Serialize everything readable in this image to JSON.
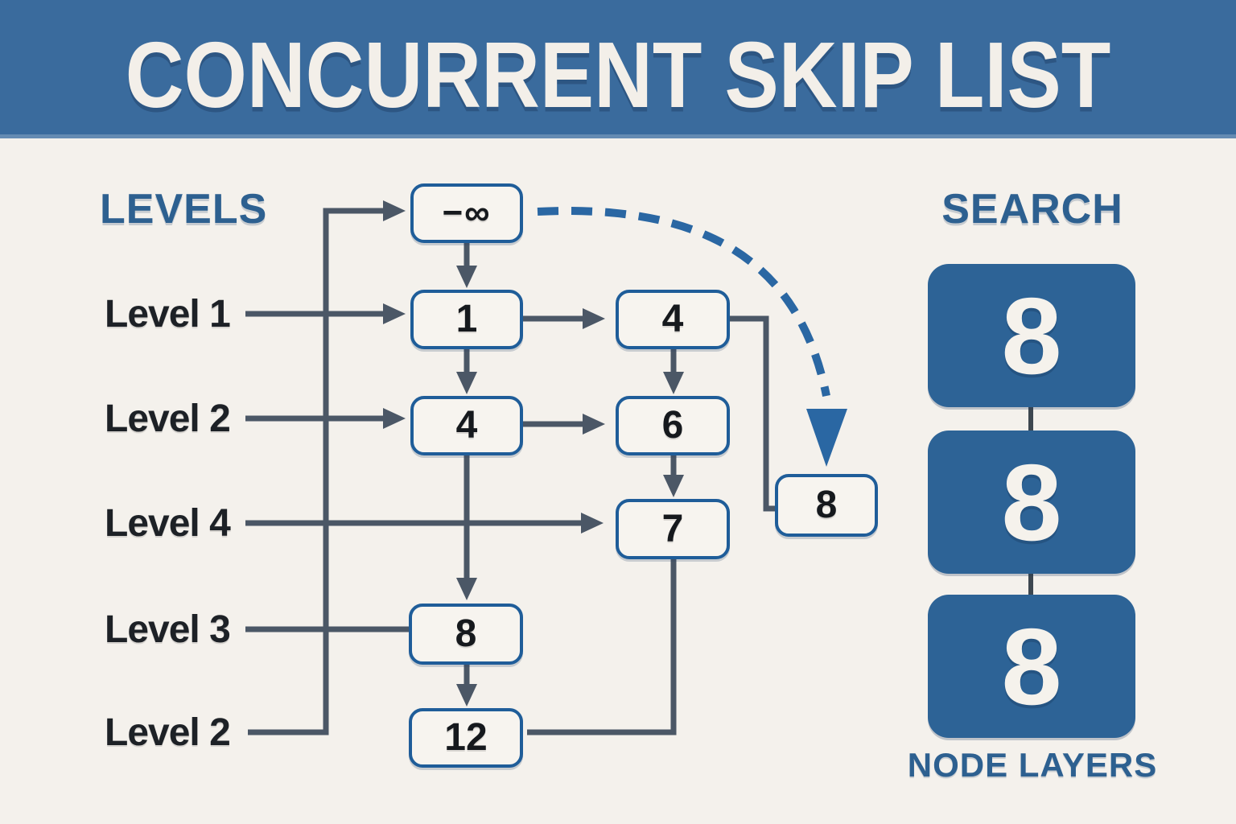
{
  "header": {
    "title": "CONCURRENT SKIP LIST"
  },
  "levels_panel": {
    "heading": "LEVELS",
    "labels": [
      "Level 1",
      "Level 2",
      "Level 4",
      "Level 3",
      "Level 2"
    ]
  },
  "skiplist": {
    "nodes": [
      {
        "id": "head",
        "label": "−∞"
      },
      {
        "id": "n1",
        "label": "1"
      },
      {
        "id": "n4_left",
        "label": "4"
      },
      {
        "id": "n8_left",
        "label": "8"
      },
      {
        "id": "n12",
        "label": "12"
      },
      {
        "id": "n4_right",
        "label": "4"
      },
      {
        "id": "n6",
        "label": "6"
      },
      {
        "id": "n7",
        "label": "7"
      },
      {
        "id": "n8_target",
        "label": "8"
      }
    ],
    "edges": [
      {
        "from": "head",
        "to": "n1",
        "style": "arrow-down"
      },
      {
        "from": "n1",
        "to": "n4_left",
        "style": "arrow-down"
      },
      {
        "from": "n4_left",
        "to": "n8_left",
        "style": "arrow-down"
      },
      {
        "from": "n8_left",
        "to": "n12",
        "style": "arrow-down"
      },
      {
        "from": "n1",
        "to": "n4_right",
        "style": "arrow-right"
      },
      {
        "from": "n4_left",
        "to": "n6",
        "style": "arrow-right"
      },
      {
        "from": "n4_right",
        "to": "n6",
        "style": "arrow-down"
      },
      {
        "from": "n6",
        "to": "n7",
        "style": "arrow-down"
      },
      {
        "from": "n4_right",
        "to": "n8_target",
        "style": "elbow-line"
      },
      {
        "from": "n7",
        "to": "n12",
        "style": "elbow-line"
      },
      {
        "from": "head",
        "to": "n8_target",
        "style": "dashed-search-arc"
      }
    ]
  },
  "search_panel": {
    "heading": "SEARCH",
    "layers": [
      "8",
      "8",
      "8"
    ],
    "caption": "NODE LAYERS"
  },
  "colors": {
    "background": "#f4f1ec",
    "header_bg": "#3a6b9d",
    "accent_blue": "#2d6090",
    "node_border": "#1f5d99",
    "arrow_gray": "#4b5766",
    "dashed_arc_blue": "#2a67a3",
    "search_box_bg": "#2d6396",
    "text_dark": "#1d2126",
    "text_light": "#f5f2ec"
  }
}
